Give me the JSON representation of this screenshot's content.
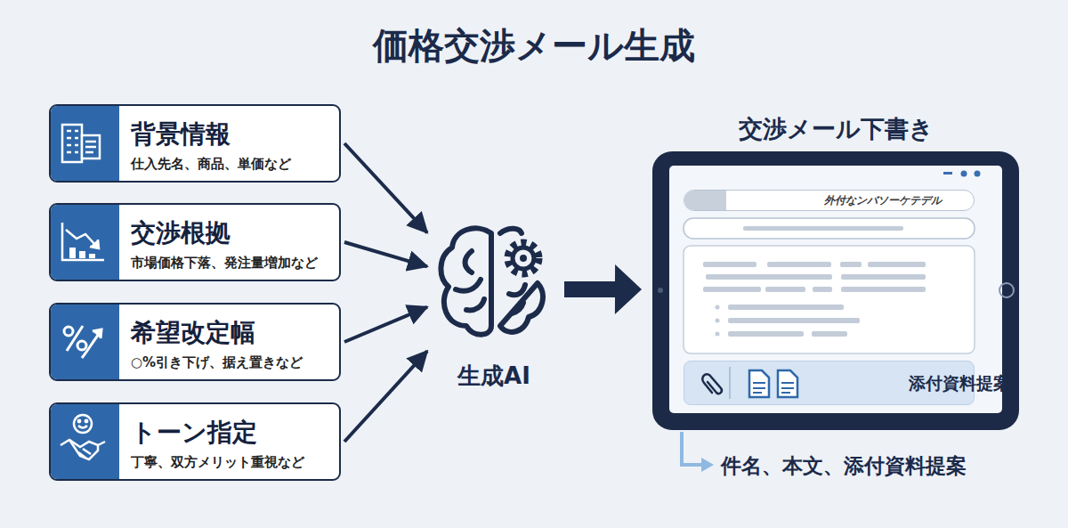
{
  "diagram": {
    "title": "価格交渉メール生成",
    "nodes": [
      {
        "text": [
          "背景情報",
          "仕入先名、商品、単価など"
        ]
      },
      {
        "text": [
          "交渉根拠",
          "市場価格下落、発注量増加など"
        ]
      },
      {
        "text": [
          "希望改定幅",
          "○%引き下げ、据え置きなど"
        ]
      },
      {
        "text": [
          "トーン指定",
          "丁寧、双方メリット重視など"
        ]
      },
      {
        "text": [
          "生成AI"
        ]
      },
      {
        "text": [
          "交渉メール下書き"
        ]
      },
      {
        "text": [
          "外付なンバソーケテデル"
        ],
        "in": 5
      },
      {
        "text": [
          "添付資料提案"
        ],
        "in": 5
      }
    ],
    "edges": [
      {
        "from": 0,
        "to": 4,
        "arrow": "to"
      },
      {
        "from": 1,
        "to": 4,
        "arrow": "to"
      },
      {
        "from": 2,
        "to": 4,
        "arrow": "to"
      },
      {
        "from": 3,
        "to": 4,
        "arrow": "to"
      },
      {
        "from": 4,
        "to": 5,
        "arrow": "to"
      }
    ],
    "labels": [
      "件名、本文、添付資料提案"
    ]
  }
}
